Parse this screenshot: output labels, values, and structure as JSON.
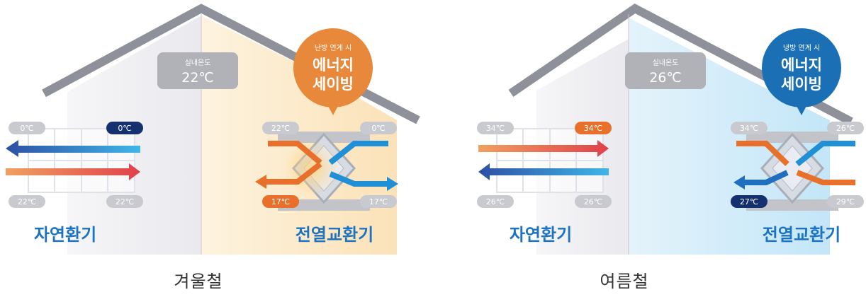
{
  "panels": [
    {
      "id": "winter",
      "season": "겨울철",
      "indoor_label": "실내온도",
      "indoor_temp": "22℃",
      "badge_caption": "난방 연계 시",
      "badge_line1": "에너지",
      "badge_line2": "세이빙",
      "natural_label": "자연환기",
      "erv_label": "전열교환기",
      "nat_top_left": "0℃",
      "nat_top_right": "0℃",
      "nat_bottom_left": "22℃",
      "nat_bottom_right": "22℃",
      "erv_top_left": "22℃",
      "erv_top_right": "0℃",
      "erv_bottom_left": "17℃",
      "erv_bottom_right": "17℃",
      "colors": {
        "badge": "#e8883a",
        "highlight": "#e8883a",
        "room": "#fbe6c2"
      }
    },
    {
      "id": "summer",
      "season": "여름철",
      "indoor_label": "실내온도",
      "indoor_temp": "26℃",
      "badge_caption": "냉방 연계 시",
      "badge_line1": "에너지",
      "badge_line2": "세이빙",
      "natural_label": "자연환기",
      "erv_label": "전열교환기",
      "nat_top_left": "34℃",
      "nat_top_right": "34℃",
      "nat_bottom_left": "26℃",
      "nat_bottom_right": "26℃",
      "erv_top_left": "34℃",
      "erv_top_right": "26℃",
      "erv_bottom_left": "27℃",
      "erv_bottom_right": "29℃",
      "colors": {
        "badge": "#1a6fb5",
        "highlight": "#e8883a",
        "highlight_bottom": "#1a6fb5",
        "room": "#cde9f8"
      }
    }
  ]
}
